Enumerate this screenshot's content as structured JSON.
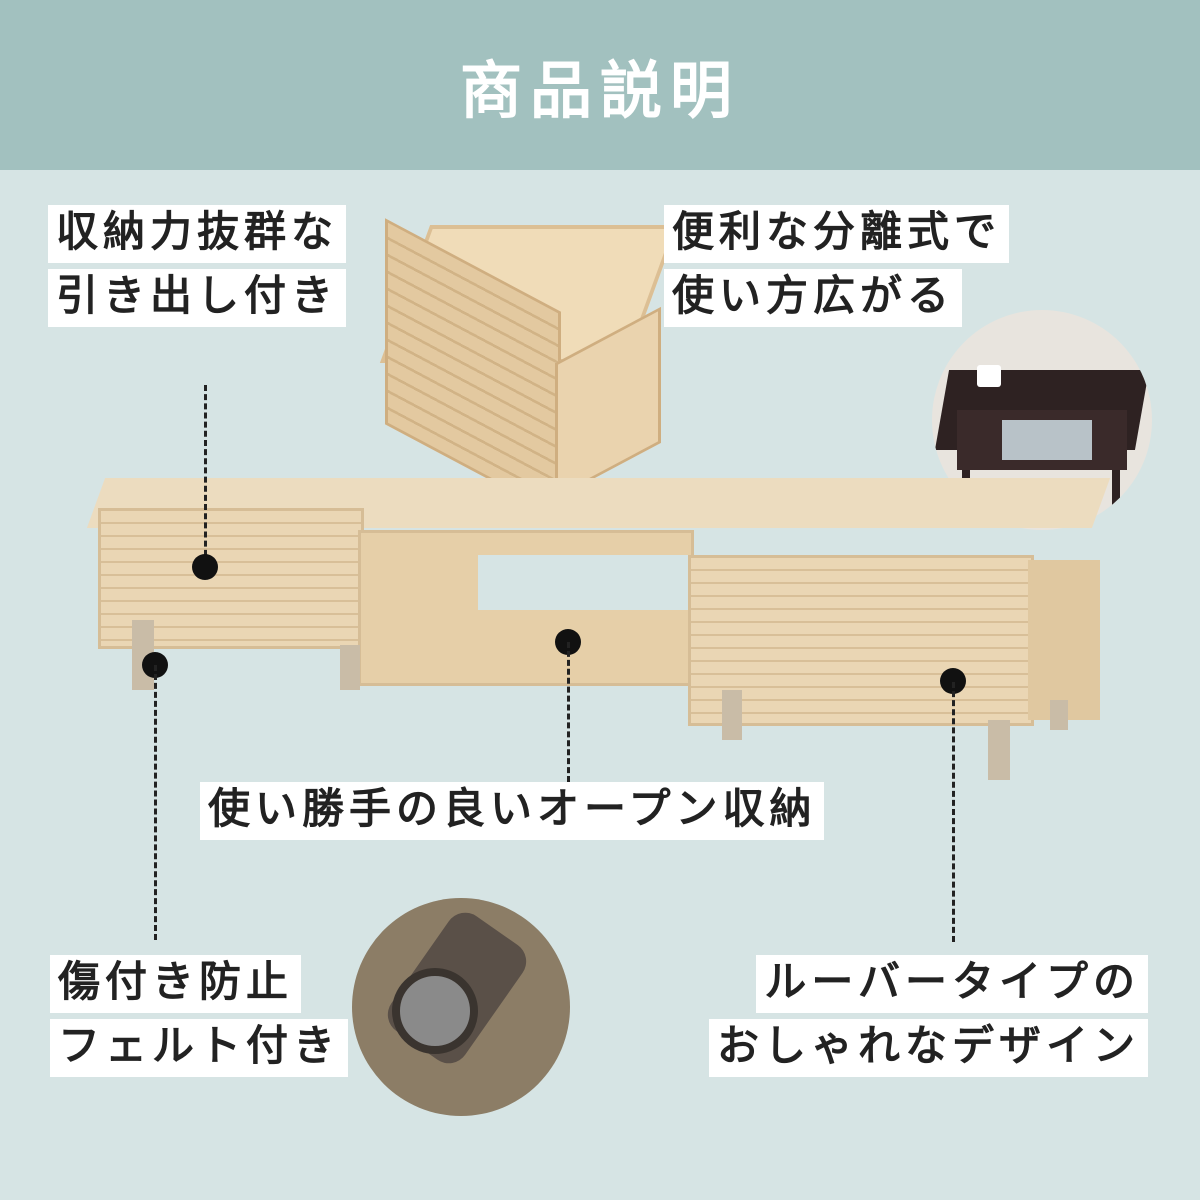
{
  "header": {
    "title": "商品説明"
  },
  "features": {
    "drawer": [
      "収納力抜群な",
      "引き出し付き"
    ],
    "separable": [
      "便利な分離式で",
      "使い方広がる"
    ],
    "open_storage": "使い勝手の良いオープン収納",
    "felt": [
      "傷付き防止",
      "フェルト付き"
    ],
    "louver": [
      "ルーバータイプの",
      "おしゃれなデザイン"
    ]
  },
  "colors": {
    "header": "#a2c1bf",
    "background": "#d6e4e4",
    "wood": "#e8d3b0"
  }
}
